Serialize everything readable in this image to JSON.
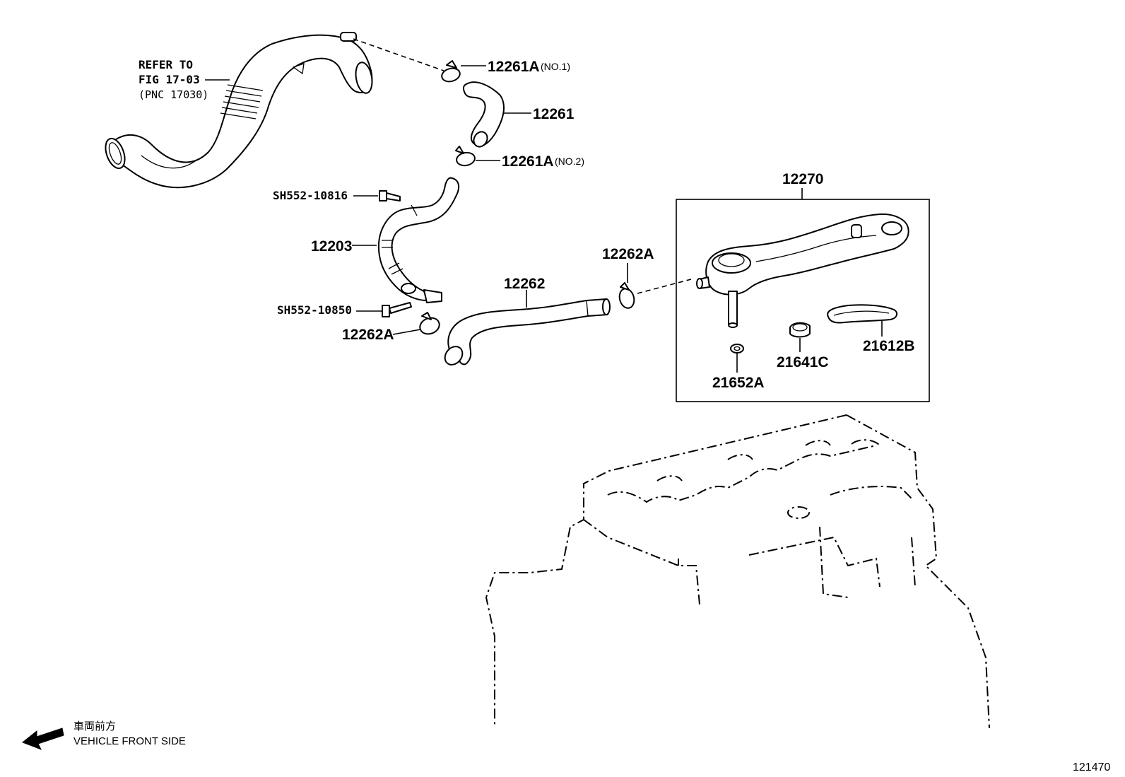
{
  "refer_note": {
    "line1": "REFER TO",
    "line2": "FIG 17-03",
    "line3": "(PNC 17030)"
  },
  "parts": {
    "clamp_no1": {
      "number": "12261A",
      "suffix": "(NO.1)"
    },
    "hose_12261": {
      "number": "12261"
    },
    "clamp_no2": {
      "number": "12261A",
      "suffix": "(NO.2)"
    },
    "assy_12270": {
      "number": "12270"
    },
    "bolt_10816": {
      "number": "SH552-10816"
    },
    "pipe_12203": {
      "number": "12203"
    },
    "clamp_12262a_upper": {
      "number": "12262A"
    },
    "hose_12262": {
      "number": "12262"
    },
    "bolt_10850": {
      "number": "SH552-10850"
    },
    "clamp_12262a_lower": {
      "number": "12262A"
    },
    "gasket_21612b": {
      "number": "21612B"
    },
    "seal_21641c": {
      "number": "21641C"
    },
    "oring_21652a": {
      "number": "21652A"
    }
  },
  "direction": {
    "japanese": "車両前方",
    "english": "VEHICLE FRONT SIDE"
  },
  "figure_id": "121470"
}
